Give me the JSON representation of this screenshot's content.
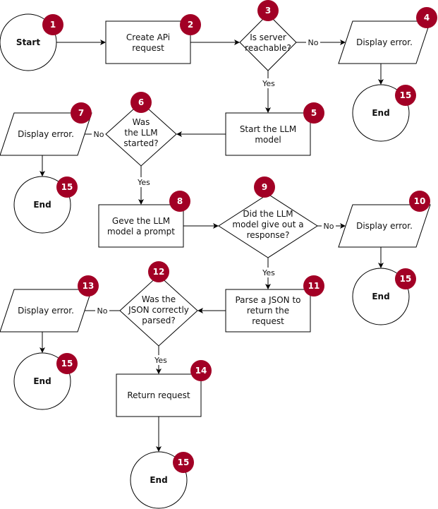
{
  "colors": {
    "badge": "#a20025",
    "stroke": "#000000",
    "fill": "#ffffff"
  },
  "nodes": {
    "start": {
      "label": "Start",
      "badge": "1"
    },
    "create": {
      "lines": [
        "Create APi",
        "request"
      ],
      "badge": "2"
    },
    "server": {
      "lines": [
        "Is server",
        "reachable?"
      ],
      "badge": "3"
    },
    "err4": {
      "label": "Display error.",
      "badge": "4"
    },
    "end4": {
      "label": "End",
      "badge": "15"
    },
    "startllm": {
      "lines": [
        "Start the LLM",
        "model"
      ],
      "badge": "5"
    },
    "llmstarted": {
      "lines": [
        "Was",
        "the LLM",
        "started?"
      ],
      "badge": "6"
    },
    "err7": {
      "label": "Display error.",
      "badge": "7"
    },
    "end7": {
      "label": "End",
      "badge": "15"
    },
    "prompt": {
      "lines": [
        "Geve the LLM",
        "model a prompt"
      ],
      "badge": "8"
    },
    "response": {
      "lines": [
        "Did the LLM",
        "model give out a",
        "response?"
      ],
      "badge": "9"
    },
    "err10": {
      "label": "Display error.",
      "badge": "10"
    },
    "end10": {
      "label": "End",
      "badge": "15"
    },
    "parse": {
      "lines": [
        "Parse a JSON to",
        "return the",
        "request"
      ],
      "badge": "11"
    },
    "parsed": {
      "lines": [
        "Was the",
        "JSON correctly",
        "parsed?"
      ],
      "badge": "12"
    },
    "err13": {
      "label": "Display error.",
      "badge": "13"
    },
    "end13": {
      "label": "End",
      "badge": "15"
    },
    "ret": {
      "label": "Return request",
      "badge": "14"
    },
    "endret": {
      "label": "End",
      "badge": "15"
    }
  },
  "edges": {
    "no": "No",
    "yes": "Yes"
  }
}
